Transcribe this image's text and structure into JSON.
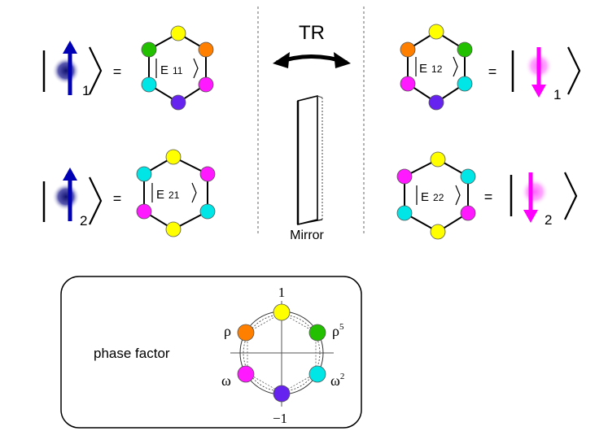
{
  "colors": {
    "yellow": "#ffff00",
    "orange": "#ff8000",
    "green": "#22c000",
    "cyan": "#00e5e5",
    "magenta": "#ff19ff",
    "violet": "#6622ee",
    "spin_up": "#1a1a9a",
    "spin_down": "#ff00ff"
  },
  "top_center": {
    "label": "TR",
    "icon": "double-arrow-icon"
  },
  "mirror": {
    "label": "Mirror",
    "icon": "mirror-plate-icon"
  },
  "states": {
    "e11": {
      "base": "E",
      "sub": "11",
      "spin": "up",
      "index": "1"
    },
    "e12": {
      "base": "E",
      "sub": "12",
      "spin": "down",
      "index": "1"
    },
    "e21": {
      "base": "E",
      "sub": "21",
      "spin": "up",
      "index": "2"
    },
    "e22": {
      "base": "E",
      "sub": "22",
      "spin": "down",
      "index": "2"
    }
  },
  "equals": "=",
  "phase_box": {
    "title": "phase factor",
    "label_top": "1",
    "label_bottom": "−1",
    "label_rho": "ρ",
    "label_rho5": "ρ",
    "label_rho5_exp": "5",
    "label_omega": "ω",
    "label_omega2": "ω",
    "label_omega2_exp": "2"
  }
}
